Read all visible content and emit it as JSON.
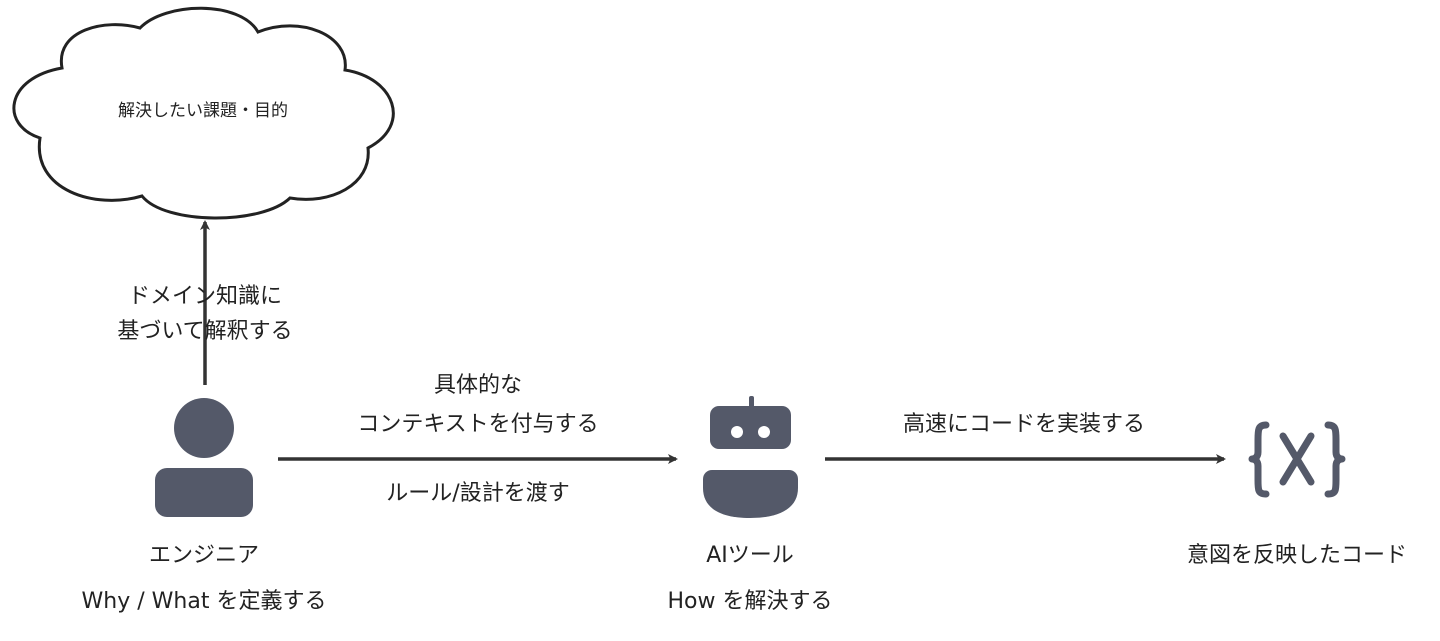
{
  "cloud": {
    "label": "解決したい課題・目的"
  },
  "up_arrow": {
    "line1": "ドメイン知識に",
    "line2": "基づいて解釈する"
  },
  "engineer": {
    "title": "エンジニア",
    "subtitle": "Why / What を定義する",
    "icon": "person-icon"
  },
  "arrow_engineer_to_ai": {
    "above1": "具体的な",
    "above2": "コンテキストを付与する",
    "below": "ルール/設計を渡す"
  },
  "ai_tool": {
    "title": "AIツール",
    "subtitle": "How を解決する",
    "icon": "robot-icon"
  },
  "arrow_ai_to_code": {
    "above": "高速にコードを実装する"
  },
  "code": {
    "title": "意図を反映したコード",
    "icon": "code-variable-icon"
  },
  "colors": {
    "icon": "#545969",
    "arrow": "#333333",
    "text": "#222222"
  }
}
